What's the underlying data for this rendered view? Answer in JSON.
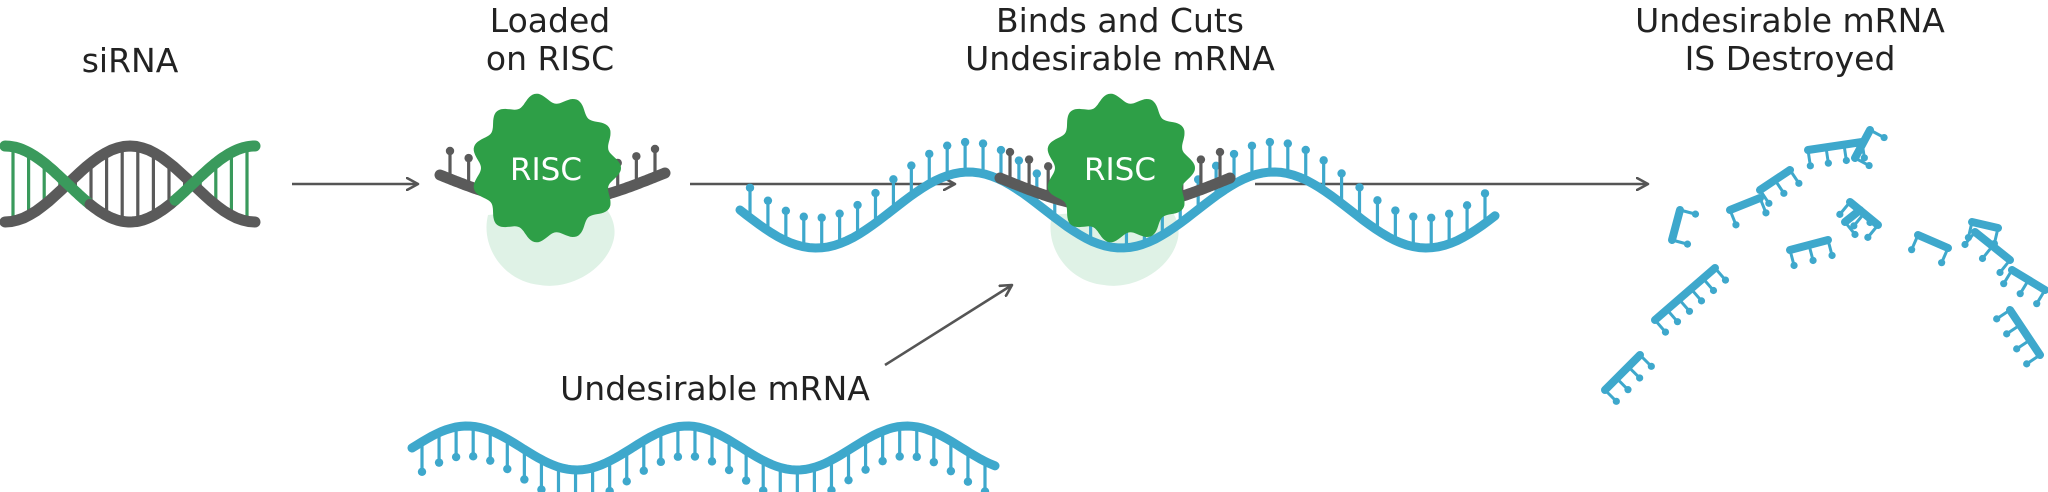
{
  "colors": {
    "strand_dark": "#5a5a5a",
    "strand_green": "#3a9a5c",
    "mrna_blue": "#3ea8cc",
    "risc_green": "#2e9f47",
    "risc_shadow": "#dff2e6",
    "arrow": "#555555",
    "text": "#222222"
  },
  "stages": [
    {
      "id": "sirna",
      "title_lines": [
        "siRNA"
      ]
    },
    {
      "id": "loaded",
      "title_lines": [
        "Loaded",
        "on RISC"
      ]
    },
    {
      "id": "binds",
      "title_lines": [
        "Binds and Cuts",
        "Undesirable mRNA"
      ]
    },
    {
      "id": "destroyed",
      "title_lines": [
        "Undesirable mRNA",
        "IS Destroyed"
      ]
    }
  ],
  "risc": {
    "label": "RISC"
  },
  "mrna_input": {
    "label": "Undesirable mRNA"
  },
  "icons": [
    "arrow-right-icon",
    "arrow-diagonal-icon",
    "risc-complex-icon",
    "helix-icon",
    "mrna-wave-icon",
    "fragment-icon"
  ]
}
